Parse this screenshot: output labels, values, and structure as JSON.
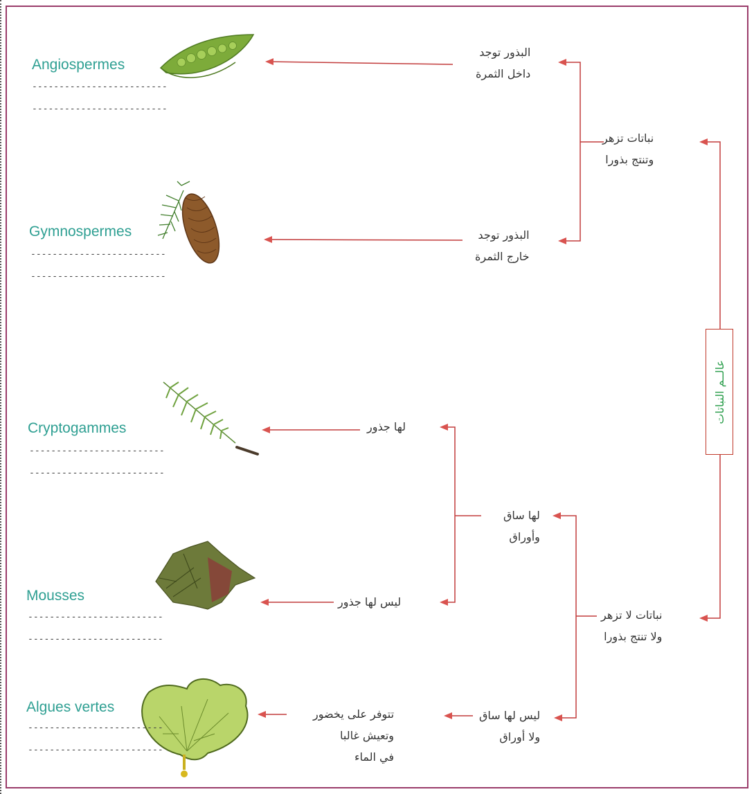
{
  "root": {
    "label": "عالــم النباتات"
  },
  "level1": [
    {
      "id": "flowering",
      "lines": [
        "نباتات تزهر",
        "وتنتج بذورا"
      ]
    },
    {
      "id": "nonflowering",
      "lines": [
        "نباتات لا تزهر",
        "ولا تنتج بذورا"
      ]
    }
  ],
  "level2": [
    {
      "id": "inside",
      "lines": [
        "البذور توجد",
        "داخل الثمرة"
      ]
    },
    {
      "id": "outside",
      "lines": [
        "البذور توجد",
        "خارج الثمرة"
      ]
    },
    {
      "id": "stem",
      "lines": [
        "لها ساق",
        "وأوراق"
      ]
    },
    {
      "id": "nostem",
      "lines": [
        "ليس لها ساق",
        "ولا أوراق"
      ]
    }
  ],
  "level3": [
    {
      "id": "roots",
      "lines": [
        "لها جذور"
      ]
    },
    {
      "id": "noroots",
      "lines": [
        "ليس لها جذور"
      ]
    },
    {
      "id": "chloro",
      "lines": [
        "تتوفر على يخضور",
        "وتعيش غالبا",
        "في الماء"
      ]
    }
  ],
  "groups": [
    {
      "name": "Angiospermes",
      "icon": "pea-pod-icon"
    },
    {
      "name": "Gymnospermes",
      "icon": "pine-cone-icon"
    },
    {
      "name": "Cryptogammes",
      "icon": "fern-icon"
    },
    {
      "name": "Mousses",
      "icon": "moss-icon"
    },
    {
      "name": "Algues vertes",
      "icon": "green-algae-icon"
    }
  ],
  "answer_line": "-------------------------",
  "colors": {
    "arrow": "#d9534f",
    "latin": "#2e9f92",
    "frame": "#9a3c6a",
    "root_text": "#2e9f4e"
  }
}
